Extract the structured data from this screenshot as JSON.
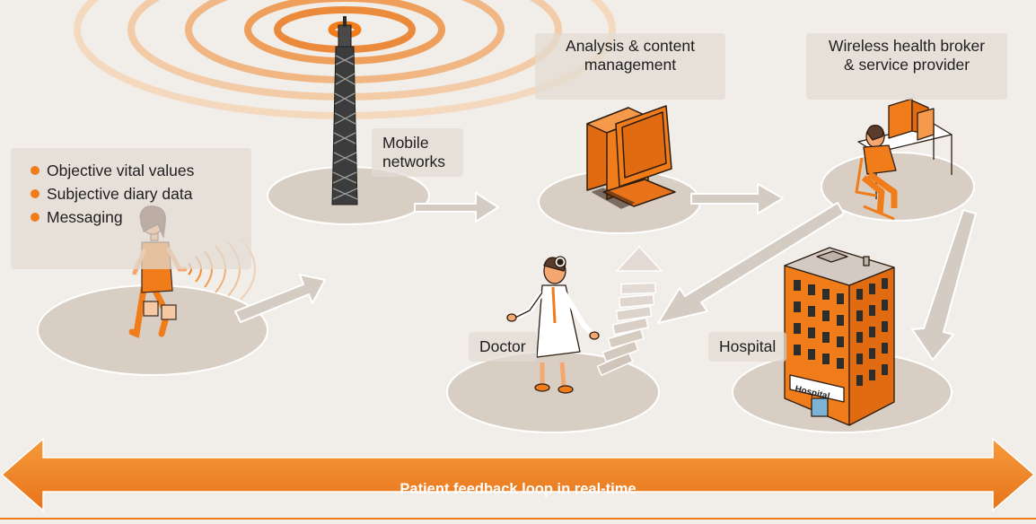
{
  "labels": {
    "vitals": [
      "Objective vital values",
      "Subjective diary data",
      "Messaging"
    ],
    "mobile_networks": [
      "Mobile",
      "networks"
    ],
    "analysis": [
      "Analysis & content",
      "management"
    ],
    "broker": [
      "Wireless health broker",
      "& service provider"
    ],
    "doctor": "Doctor",
    "hospital": "Hospital",
    "hospital_sign": "Hospital",
    "feedback_loop": "Patient feedback loop in real-time"
  },
  "colors": {
    "accent": "#f07d1a",
    "background": "#f1eeea",
    "platform": "#d8cec4",
    "arrow": "#d4cbc3"
  },
  "icons": [
    "walking-patient-icon",
    "cell-tower-icon",
    "computer-workstation-icon",
    "person-at-desk-icon",
    "doctor-icon",
    "hospital-building-icon",
    "signal-waves-icon"
  ]
}
